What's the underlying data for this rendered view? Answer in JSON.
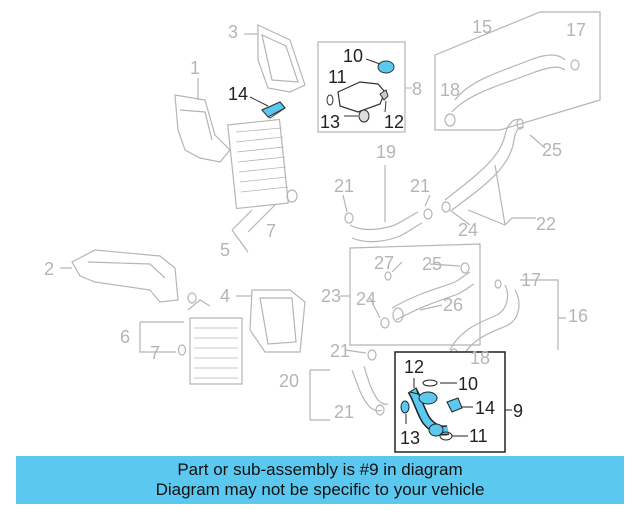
{
  "callouts": {
    "n1": "1",
    "n2": "2",
    "n3": "3",
    "n4": "4",
    "n5": "5",
    "n6": "6",
    "n7a": "7",
    "n7b": "7",
    "n8": "8",
    "n9": "9",
    "n10a": "10",
    "n10b": "10",
    "n11a": "11",
    "n11b": "11",
    "n12a": "12",
    "n12b": "12",
    "n13a": "13",
    "n13b": "13",
    "n14a": "14",
    "n14b": "14",
    "n15": "15",
    "n16": "16",
    "n17a": "17",
    "n17b": "17",
    "n18a": "18",
    "n18b": "18",
    "n19": "19",
    "n20": "20",
    "n21a": "21",
    "n21b": "21",
    "n21c": "21",
    "n21d": "21",
    "n22": "22",
    "n23": "23",
    "n24a": "24",
    "n24b": "24",
    "n25a": "25",
    "n25b": "25",
    "n26": "26",
    "n27": "27"
  },
  "banner": {
    "line1": "Part or sub-assembly is #9 in diagram",
    "line2": "Diagram may not be specific to your vehicle"
  },
  "colors": {
    "highlight": "#5bc8f0",
    "part_gray": "#b8b8b8",
    "dark": "#222222"
  }
}
